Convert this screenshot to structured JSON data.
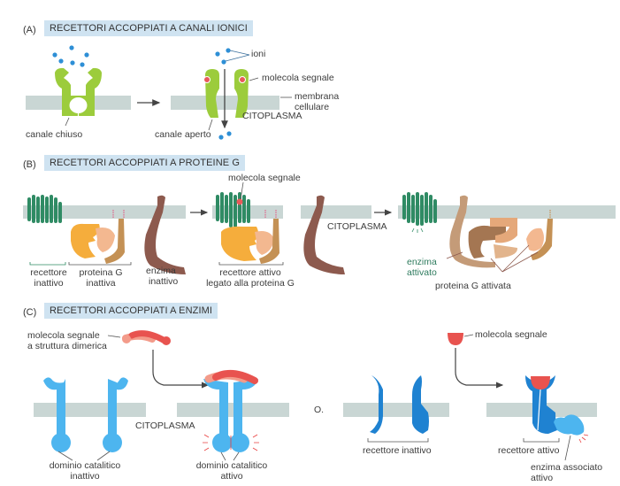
{
  "panels": {
    "a": {
      "tag": "(A)",
      "title": "RECETTORI ACCOPPIATI A CANALI IONICI",
      "labels": {
        "ions": "ioni",
        "signal_molecule": "molecola segnale",
        "membrane_line1": "membrana",
        "membrane_line2": "cellulare",
        "cytoplasm": "CITOPLASMA",
        "closed_channel": "canale chiuso",
        "open_channel": "canale aperto"
      }
    },
    "b": {
      "tag": "(B)",
      "title": "RECETTORI ACCOPPIATI A PROTEINE G",
      "labels": {
        "signal_molecule": "molecola segnale",
        "inactive_receptor_line1": "recettore",
        "inactive_receptor_line2": "inattivo",
        "inactive_gprotein_line1": "proteina G",
        "inactive_gprotein_line2": "inattiva",
        "inactive_enzyme_line1": "enzima",
        "inactive_enzyme_line2": "inattivo",
        "active_receptor_line1": "recettore attivo",
        "active_receptor_line2": "legato alla proteina G",
        "cytoplasm": "CITOPLASMA",
        "activated_enzyme_line1": "enzima",
        "activated_enzyme_line2": "attivato",
        "activated_gprotein": "proteina G attivata"
      }
    },
    "c": {
      "tag": "(C)",
      "title": "RECETTORI ACCOPPIATI A ENZIMI",
      "labels": {
        "dimeric_signal_line1": "molecola segnale",
        "dimeric_signal_line2": "a struttura dimerica",
        "cytoplasm": "CITOPLASMA",
        "inactive_domain_line1": "dominio catalitico",
        "inactive_domain_line2": "inattivo",
        "active_domain_line1": "dominio catalitico",
        "active_domain_line2": "attivo",
        "or": "O.",
        "signal_molecule": "molecola segnale",
        "inactive_receptor": "recettore inattivo",
        "active_receptor": "recettore attivo",
        "associated_enzyme_line1": "enzima associato",
        "associated_enzyme_line2": "attivo"
      }
    }
  },
  "colors": {
    "title_bg": "#cfe3f1",
    "membrane": "#c9d6d4",
    "channel_green": "#9ccc3c",
    "ion_blue": "#2e8fd6",
    "signal_red": "#e85a5a",
    "receptor_green": "#2f8b64",
    "gprotein_orange": "#f5ad3c",
    "gprotein_peach": "#f3b890",
    "gprotein_tan": "#c49155",
    "enzyme_brown": "#8d5a4e",
    "enzyme_receptor_blue": "#4db5ef",
    "dark_blue": "#1f82d1"
  }
}
